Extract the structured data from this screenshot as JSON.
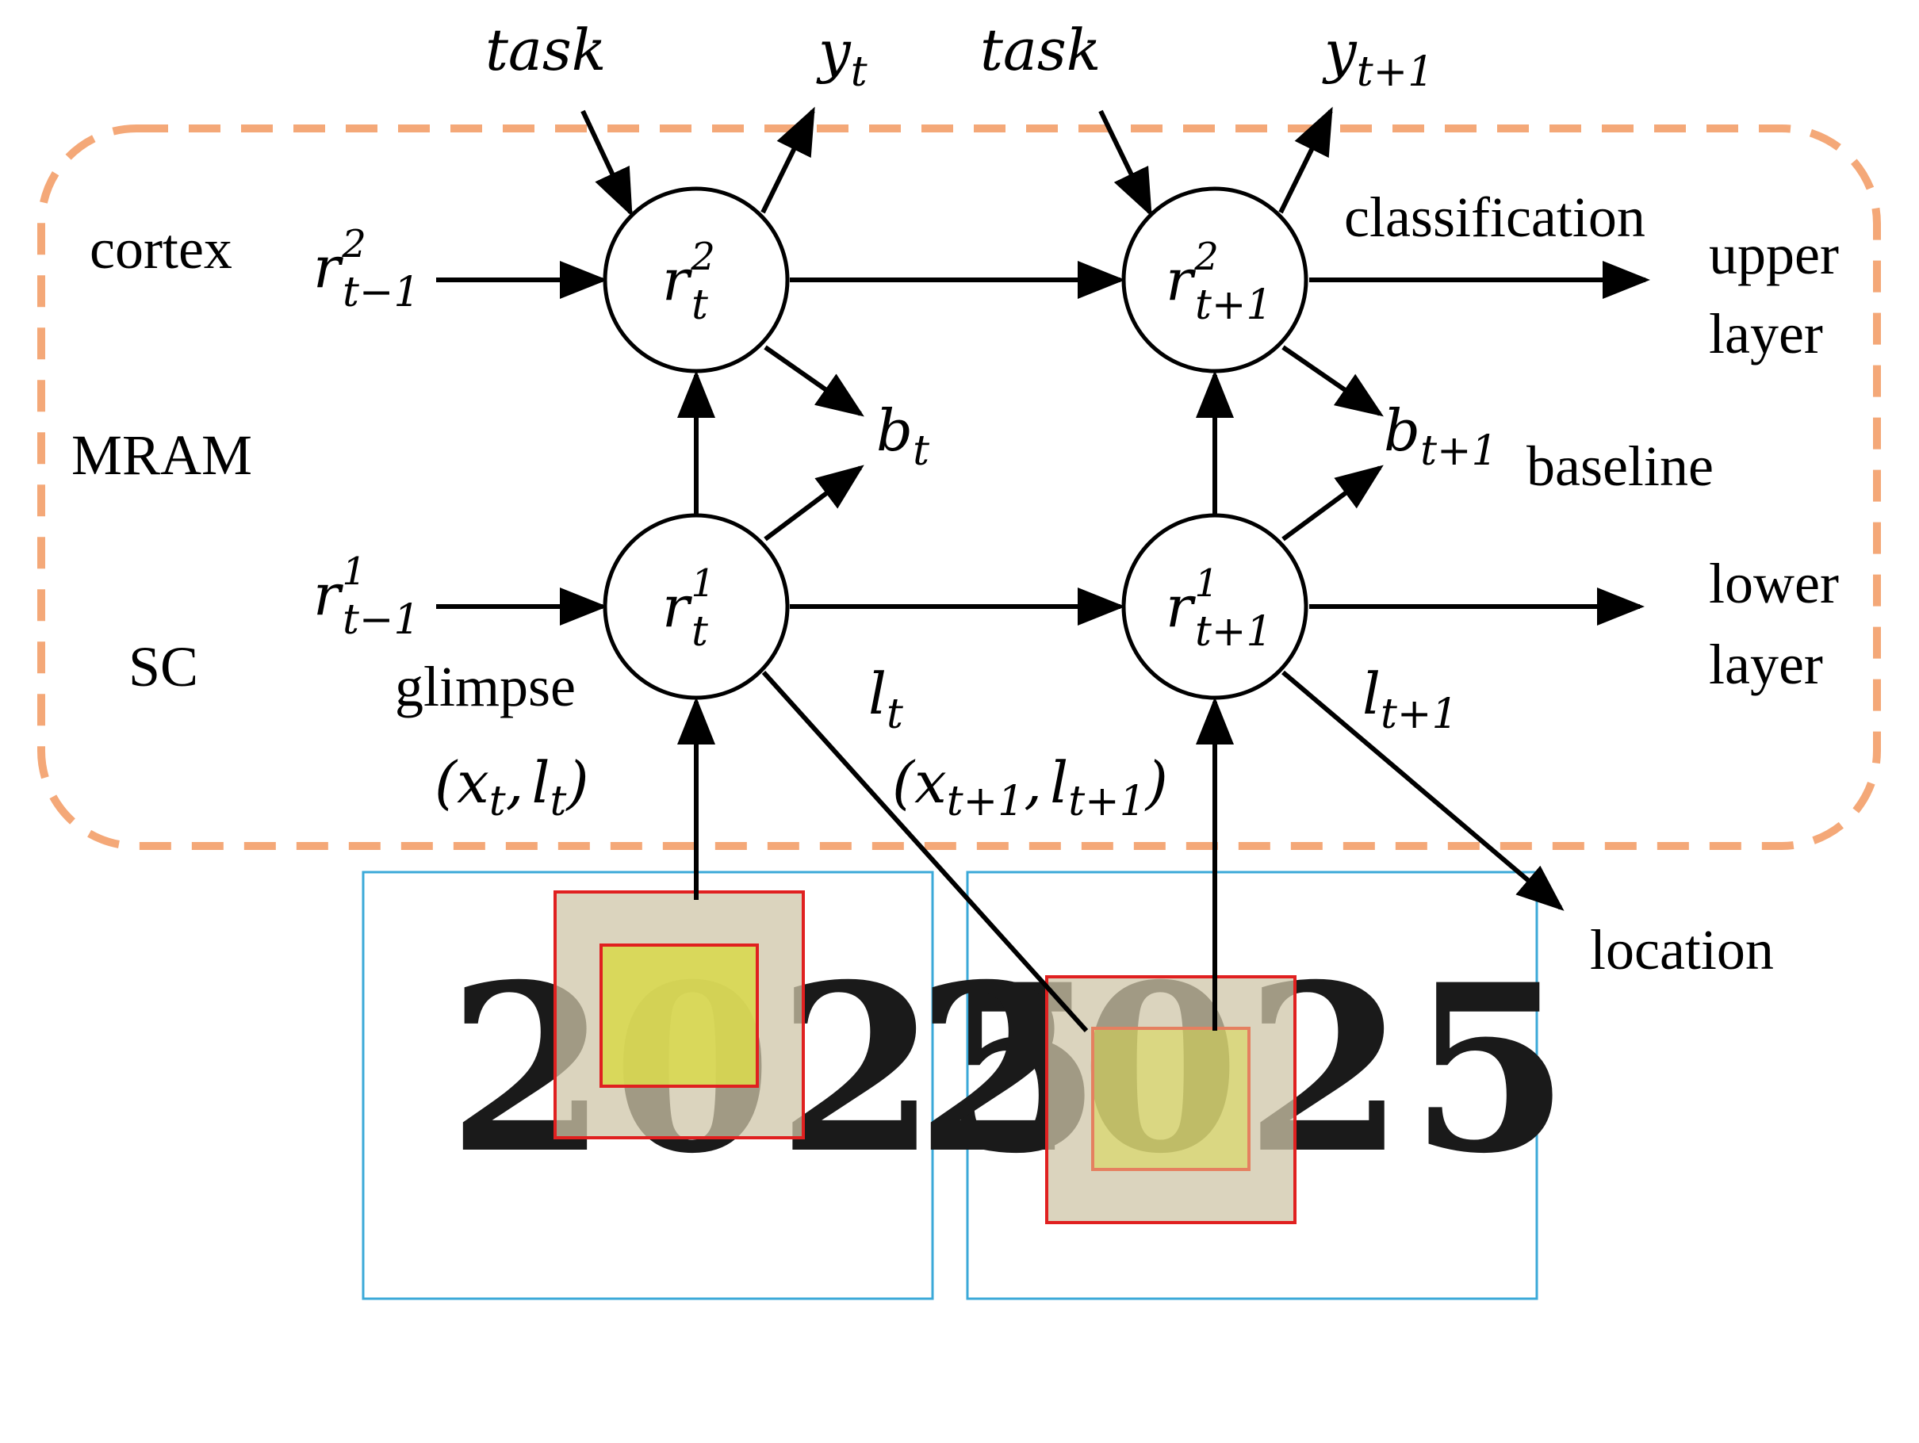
{
  "labels": {
    "cortex": "cortex",
    "mram": "MRAM",
    "sc": "SC",
    "glimpse": "glimpse",
    "classification": "classification",
    "upper_layer_1": "upper",
    "upper_layer_2": "layer",
    "baseline": "baseline",
    "lower_layer_1": "lower",
    "lower_layer_2": "layer",
    "location": "location"
  },
  "math": {
    "task": "task",
    "y": "y",
    "r": "r",
    "b": "b",
    "l": "l",
    "x": "x",
    "sub_t": "t",
    "sub_t_minus_1": "t−1",
    "sub_t_plus_1": "t+1",
    "sup_1": "1",
    "sup_2": "2",
    "open_paren": "(",
    "close_paren": ")",
    "comma": ","
  },
  "images": {
    "digits": "2025"
  },
  "colors": {
    "dashed_border": "#F4A878",
    "image_frame": "#3BA9D8",
    "glimpse_outer": "#E02020",
    "glimpse_inner_fill": "#D8D850",
    "glimpse_bg_fill": "#CFC6A8"
  }
}
